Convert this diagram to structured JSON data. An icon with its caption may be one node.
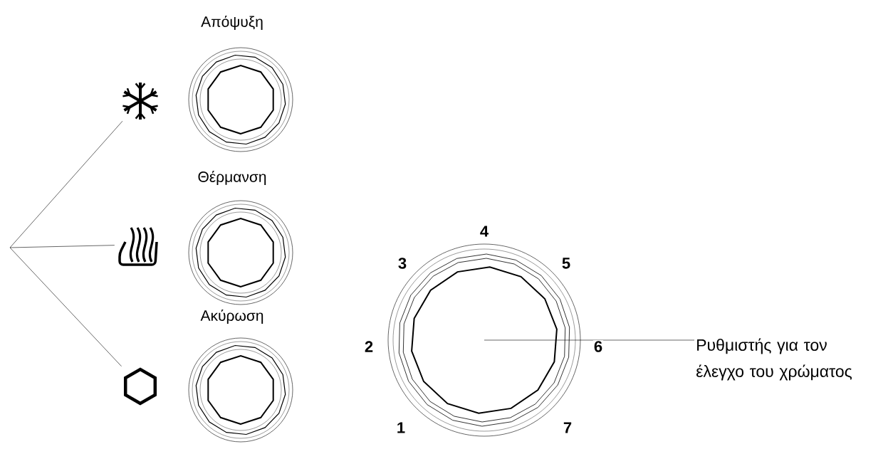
{
  "diagram": {
    "nodes": [
      {
        "text": [
          "Απόψυξη"
        ]
      },
      {
        "text": [
          "Θέρμανση"
        ]
      },
      {
        "text": [
          "Ακύρωση"
        ]
      },
      {
        "text": [],
        "shape": "picture"
      },
      {
        "text": [],
        "shape": "picture"
      },
      {
        "text": [],
        "shape": "picture"
      },
      {
        "text": [],
        "shape": "circle"
      },
      {
        "text": [
          "Ρυθμιστής για τον έλεγχο του χρώματος"
        ]
      }
    ],
    "edges": [
      {
        "from": null,
        "to": 3,
        "arrow": "none"
      },
      {
        "from": null,
        "to": 4,
        "arrow": "none"
      },
      {
        "from": null,
        "to": 5,
        "arrow": "none"
      },
      {
        "from": 7,
        "to": 6,
        "arrow": "none"
      }
    ],
    "labels": [
      "4",
      "3",
      "5",
      "2",
      "6",
      "1",
      "7"
    ]
  }
}
